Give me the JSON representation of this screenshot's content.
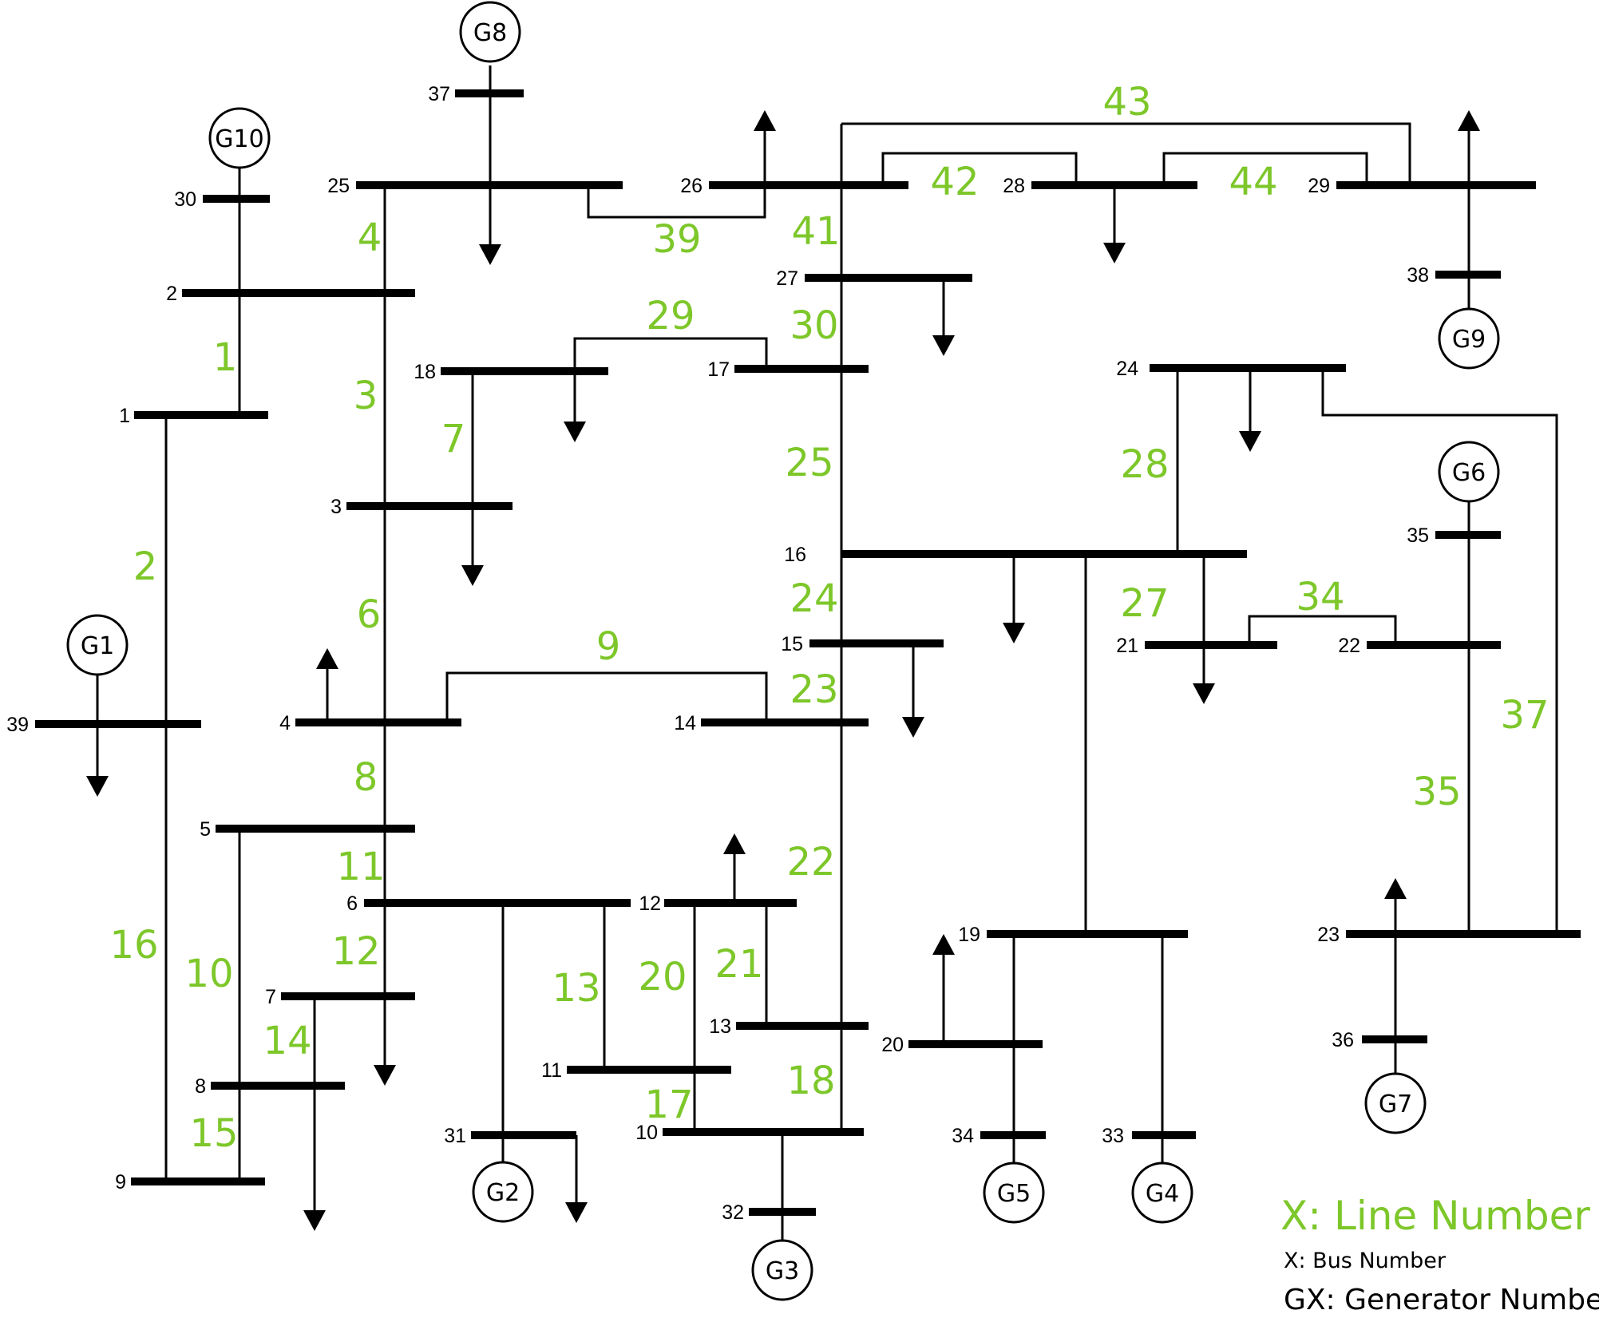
{
  "buses": [
    "1",
    "2",
    "3",
    "4",
    "5",
    "6",
    "7",
    "8",
    "9",
    "10",
    "11",
    "12",
    "13",
    "14",
    "15",
    "16",
    "17",
    "18",
    "19",
    "20",
    "21",
    "22",
    "23",
    "24",
    "25",
    "26",
    "27",
    "28",
    "29",
    "30",
    "31",
    "32",
    "33",
    "34",
    "35",
    "36",
    "37",
    "38",
    "39"
  ],
  "generators": [
    "G1",
    "G2",
    "G3",
    "G4",
    "G5",
    "G6",
    "G7",
    "G8",
    "G9",
    "G10"
  ],
  "lines": [
    "1",
    "2",
    "3",
    "4",
    "6",
    "7",
    "8",
    "9",
    "10",
    "11",
    "12",
    "13",
    "14",
    "15",
    "16",
    "17",
    "18",
    "20",
    "21",
    "22",
    "23",
    "24",
    "25",
    "27",
    "28",
    "29",
    "30",
    "34",
    "35",
    "37",
    "39",
    "41",
    "42",
    "43",
    "44"
  ],
  "legend": {
    "line_number": "X: Line Number",
    "bus_number": "X: Bus Number",
    "generator_number": "GX: Generator Number"
  },
  "colors": {
    "line_label": "#7dc72a",
    "element": "#000000"
  }
}
